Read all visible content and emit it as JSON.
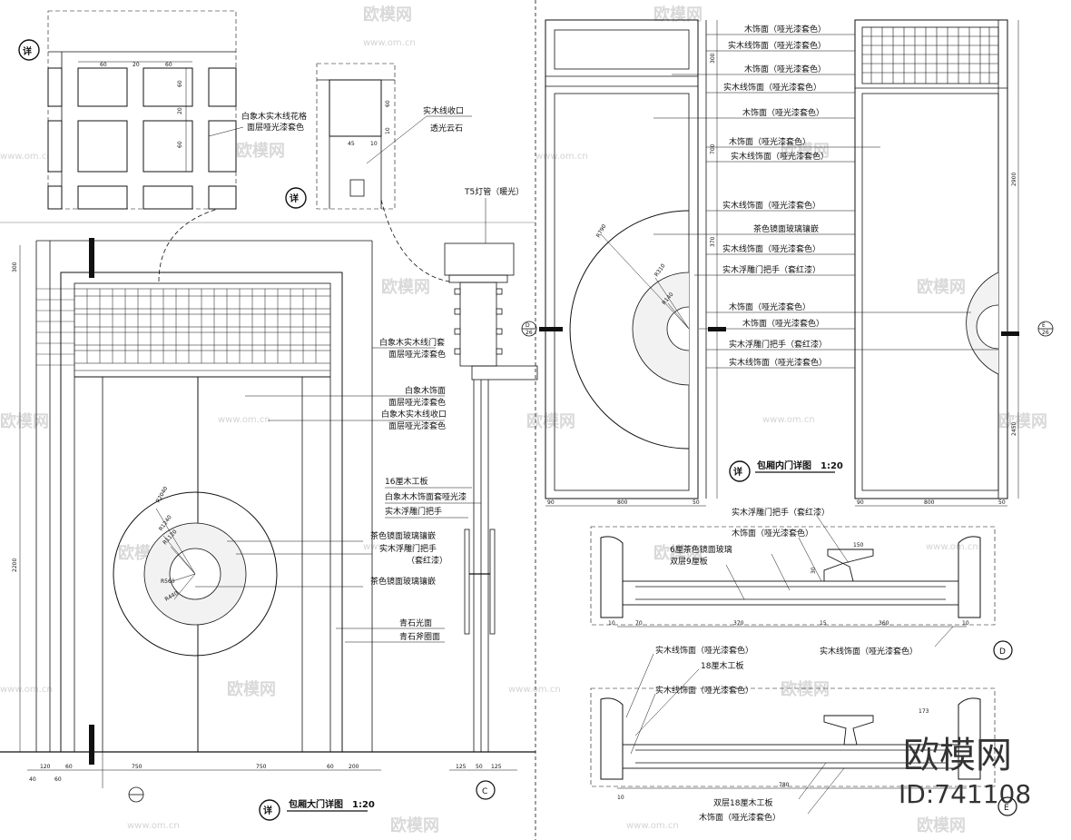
{
  "watermark": {
    "brand": "欧模网",
    "url": "www.om.cn",
    "id": "ID:741108"
  },
  "symbols": {
    "detail": "详",
    "c": "C",
    "d": "D",
    "e": "E",
    "sec_e": "E",
    "sec_e_num": "26",
    "sec_d": "D",
    "sec_d_num": "26"
  },
  "titles": {
    "main_door": "包厢大门详图　1:20",
    "inner_door": "包厢内门详图　1:20"
  },
  "labels": {
    "lattice_1": "白象木实木线花格",
    "lattice_2": "面层哑光漆套色",
    "trim_1": "实木线收口",
    "trim_2": "透光云石",
    "tube": "T5灯管（暖光）",
    "door_frame_1": "白象木实木线门套",
    "door_frame_2": "面层哑光漆套色",
    "finish_1": "白象木饰面",
    "finish_2": "面层哑光漆套色",
    "finish_3": "白象木实木线收口",
    "finish_4": "面层哑光漆套色",
    "board16": "16厘木工板",
    "wood_finish": "白象木木饰面套哑光漆",
    "handle": "实木浮雕门把手",
    "glass1": "茶色镜面玻璃镶嵌",
    "handle2a": "实木浮雕门把手",
    "handle2b": "（套红漆）",
    "glass2": "茶色镜面玻璃镶嵌",
    "stone1": "青石光面",
    "stone2": "青石斧圈面",
    "r_1": "木饰面（哑光漆套色）",
    "r_2": "实木线饰面（哑光漆套色）",
    "r_3": "木饰面（哑光漆套色）",
    "r_4": "实木线饰面（哑光漆套色）",
    "r_5": "木饰面（哑光漆套色）",
    "r_6": "木饰面（哑光漆套色）",
    "r_7": "实木线饰面（哑光漆套色）",
    "r_8": "实木线饰面（哑光漆套色）",
    "r_9": "茶色镜面玻璃镶嵌",
    "r_10": "实木线饰面（哑光漆套色）",
    "r_11": "实木浮雕门把手（套红漆）",
    "r_12": "木饰面（哑光漆套色）",
    "r_13": "木饰面（哑光漆套色）",
    "r_14": "实木浮雕门把手（套红漆）",
    "r_15": "实木线饰面（哑光漆套色）",
    "d_1": "实木浮雕门把手（套红漆）",
    "d_2": "木饰面（哑光漆套色）",
    "d_3": "6厘茶色镜面玻璃",
    "d_4": "双层9厘板",
    "d_5": "实木线饰面（哑光漆套色）",
    "e_1": "实木线饰面（哑光漆套色）",
    "e_2": "18厘木工板",
    "e_3": "实木线饰面（哑光漆套色）",
    "e_4": "双层18厘木工板",
    "e_5": "木饰面（哑光漆套色）"
  },
  "dims": {
    "b1": "40",
    "b2": "120",
    "b3": "60",
    "b4": "750",
    "b5": "750",
    "b6": "60",
    "b7": "200",
    "b8": "60",
    "b9": "125",
    "b10": "50",
    "b11": "125",
    "h_main": "2200",
    "h_top": "300",
    "lat_60a": "60",
    "lat_20": "20",
    "lat_60b": "60",
    "lat_v60a": "60",
    "lat_v20": "20",
    "lat_v60b": "60",
    "tr_45": "45",
    "tr_10": "10",
    "tr_60": "60",
    "tr_10b": "10",
    "r_r2040": "R2040",
    "r_r1240": "R1240",
    "r_r1120": "R1120",
    "r_r560": "R560",
    "r_r440": "R440",
    "in_90": "90",
    "in_800": "800",
    "in_50": "50",
    "in_90b": "90",
    "in_800b": "800",
    "in_50b": "50",
    "in_r790": "R790",
    "in_r310": "R310",
    "in_r140": "R140",
    "in_h1": "300",
    "in_h2": "700",
    "in_h3": "370",
    "in_h4": "2900",
    "in_h5": "2450",
    "d_10a": "10",
    "d_70": "70",
    "d_370": "370",
    "d_15": "15",
    "d_360": "360",
    "d_10b": "10",
    "d_150": "150",
    "d_30": "30",
    "e_780": "780",
    "e_173": "173",
    "e_10": "10"
  }
}
